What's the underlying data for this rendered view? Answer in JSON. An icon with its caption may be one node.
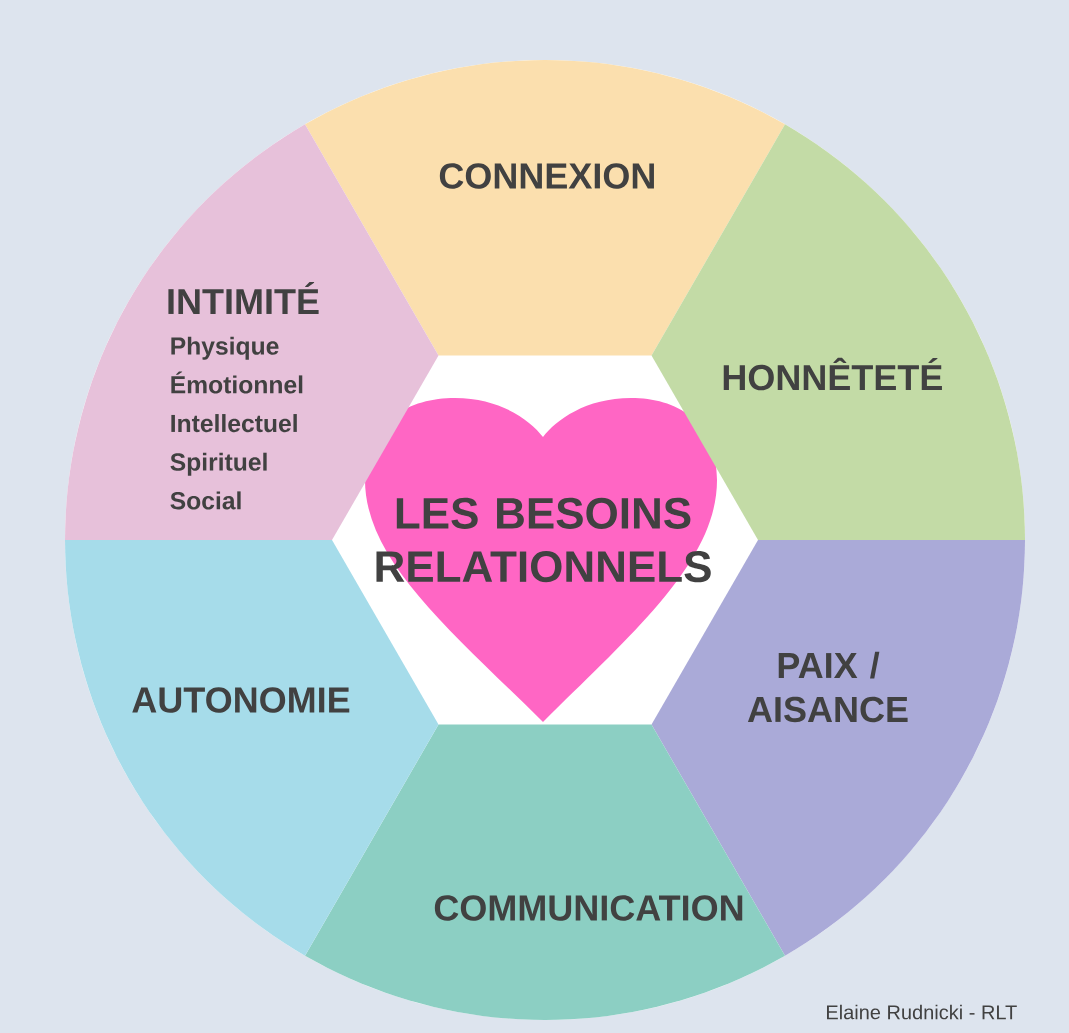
{
  "diagram": {
    "nodes": [
      {
        "text": [
          "LES BESOINS RELATIONNELS"
        ]
      },
      {
        "text": [
          "CONNEXION"
        ]
      },
      {
        "text": [
          "HONNÊTETÉ"
        ]
      },
      {
        "text": [
          "PAIX / AISANCE"
        ]
      },
      {
        "text": [
          "COMMUNICATION"
        ]
      },
      {
        "text": [
          "AUTONOMIE"
        ]
      },
      {
        "text": [
          "INTIMITÉ",
          "Physique",
          "Émotionnel",
          "Intellectuel",
          "Spirituel",
          "Social"
        ]
      }
    ],
    "labels": [
      "Elaine Rudnicki - RLT"
    ]
  }
}
